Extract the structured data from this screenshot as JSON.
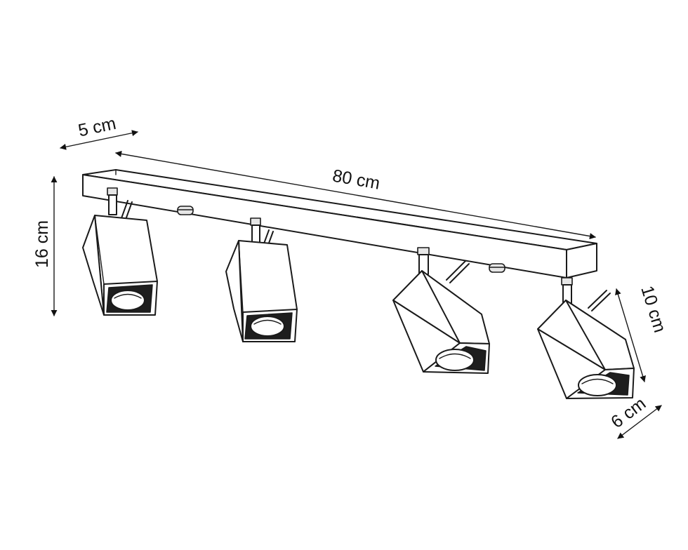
{
  "dimensions": {
    "depth": "5 cm",
    "length": "80 cm",
    "total_height": "16 cm",
    "spot_height": "10 cm",
    "spot_width": "6 cm"
  },
  "colors": {
    "line": "#1a1a1a",
    "background": "#ffffff"
  }
}
